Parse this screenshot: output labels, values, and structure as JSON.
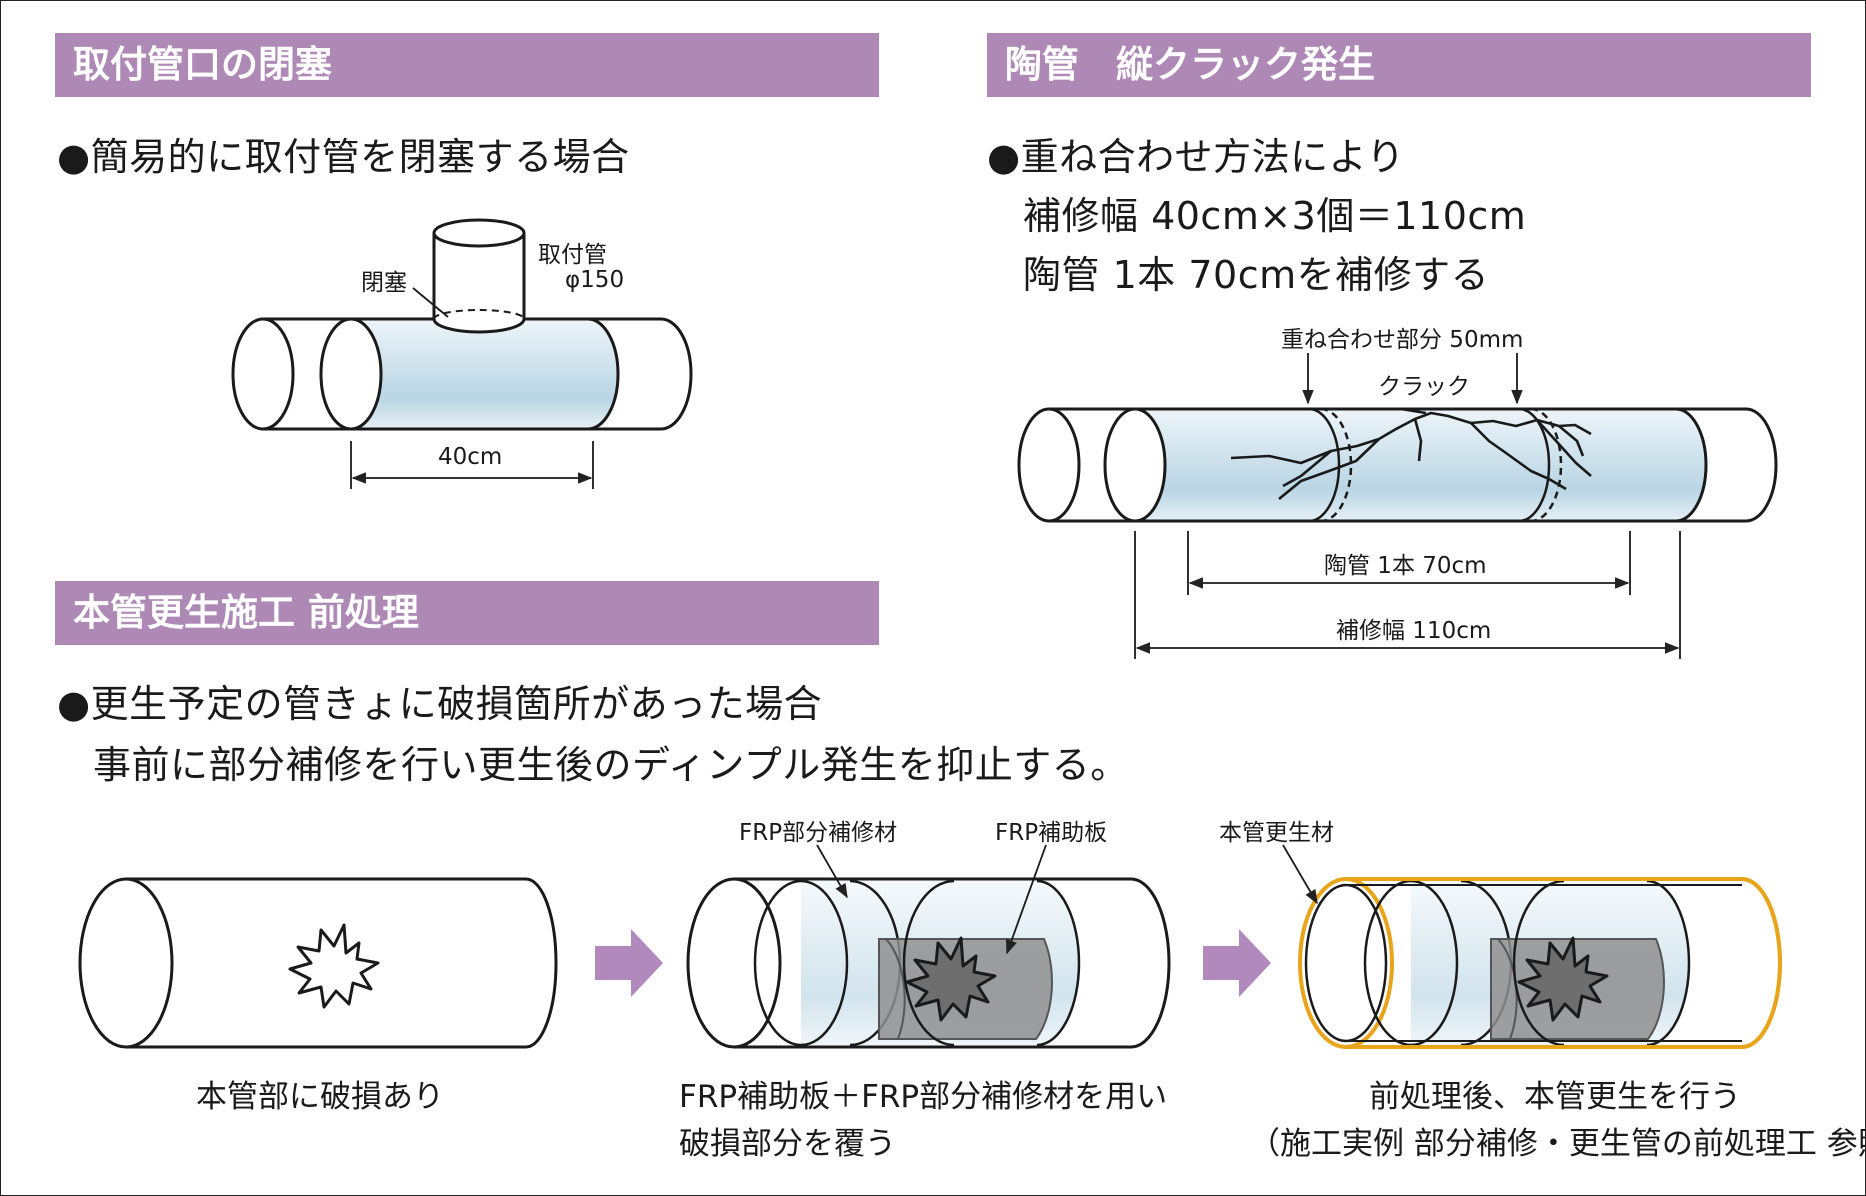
{
  "sec1": {
    "header": "取付管口の閉塞",
    "bullet": "●",
    "text": "簡易的に取付管を閉塞する場合",
    "label_block": "閉塞",
    "label_pipe": "取付管",
    "label_dia": "φ150",
    "label_width": "40cm"
  },
  "sec2": {
    "header": "陶管　縦クラック発生",
    "bullet": "●",
    "line1": "重ね合わせ方法により",
    "line2": "補修幅 40cm×3個＝110cm",
    "line3": "陶管 1本 70cmを補修する",
    "label_overlap": "重ね合わせ部分 50mm",
    "label_crack": "クラック",
    "label_pipe_len": "陶管 1本 70cm",
    "label_repair_width": "補修幅 110cm"
  },
  "sec3": {
    "header": "本管更生施工 前処理",
    "bullet": "●",
    "line1": "更生予定の管きょに破損箇所があった場合",
    "line2": "事前に部分補修を行い更生後のディンプル発生を抑止する。",
    "label_frp_material": "FRP部分補修材",
    "label_frp_plate": "FRP補助板",
    "label_liner": "本管更生材",
    "caption1": "本管部に破損あり",
    "caption2_line1": "FRP補助板＋FRP部分補修材を用い",
    "caption2_line2": "破損部分を覆う",
    "caption3_line1": "前処理後、本管更生を行う",
    "caption3_line2": "（施工実例 部分補修・更生管の前処理工 参照）"
  },
  "colors": {
    "header_bg": "#ae89b6",
    "arrow": "#b189bd",
    "liner": "#e8a51c",
    "pipe_fill": "#c3dbe7",
    "plate": "#9a9a9a"
  }
}
